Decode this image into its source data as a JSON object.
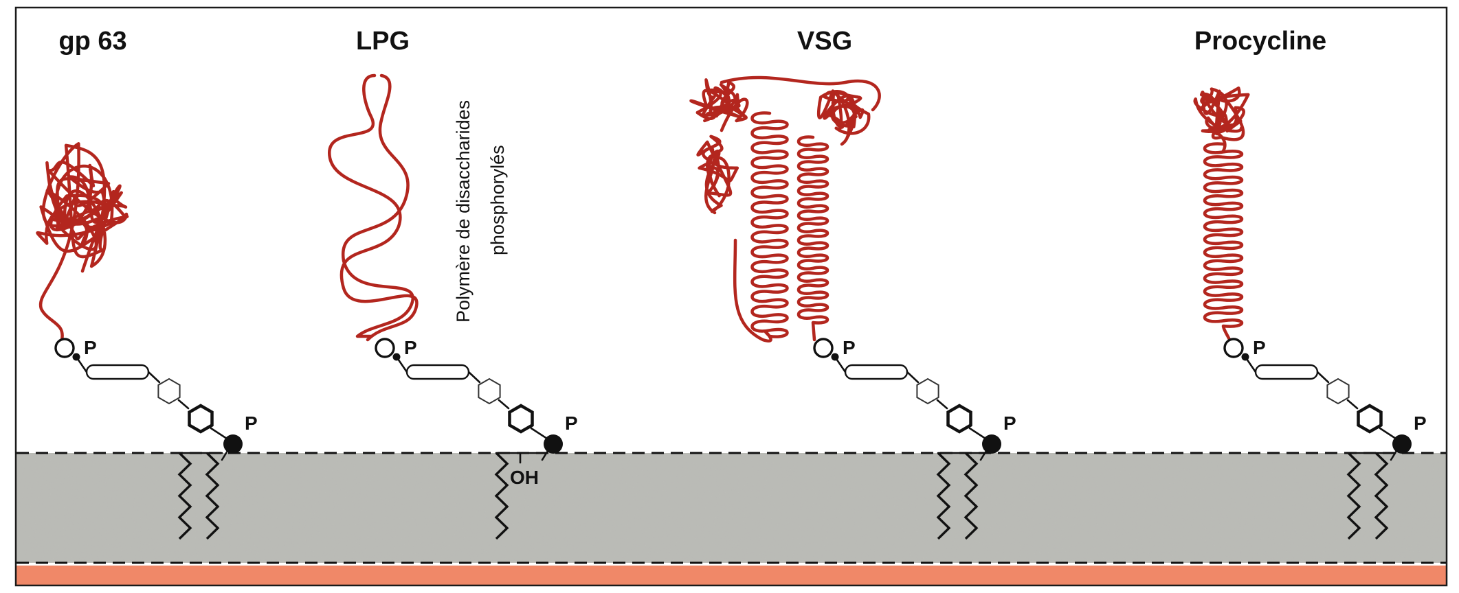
{
  "colors": {
    "protein": "#b3261e",
    "membrane": "#b9bab5",
    "cytoplasm_band": "#f08868",
    "line": "#111111",
    "frame": "#1a1a1a"
  },
  "molecules": [
    {
      "key": "gp63",
      "title": "gp 63",
      "protein_shape": "tangled-globule",
      "p_label": "P",
      "phosphate_label": "P",
      "tail_type": "double"
    },
    {
      "key": "lpg",
      "title": "LPG",
      "protein_shape": "twisted-ribbon",
      "p_label": "P",
      "phosphate_label": "P",
      "tail_type": "single-oh",
      "oh_label": "OH",
      "side_note": [
        "Polymère de disaccharides",
        "phosphorylés"
      ]
    },
    {
      "key": "vsg",
      "title": "VSG",
      "protein_shape": "double-helix-with-cap",
      "p_label": "P",
      "phosphate_label": "P",
      "tail_type": "double"
    },
    {
      "key": "procycline",
      "title": "Procycline",
      "protein_shape": "helix-with-knot",
      "p_label": "P",
      "phosphate_label": "P",
      "tail_type": "double"
    }
  ]
}
